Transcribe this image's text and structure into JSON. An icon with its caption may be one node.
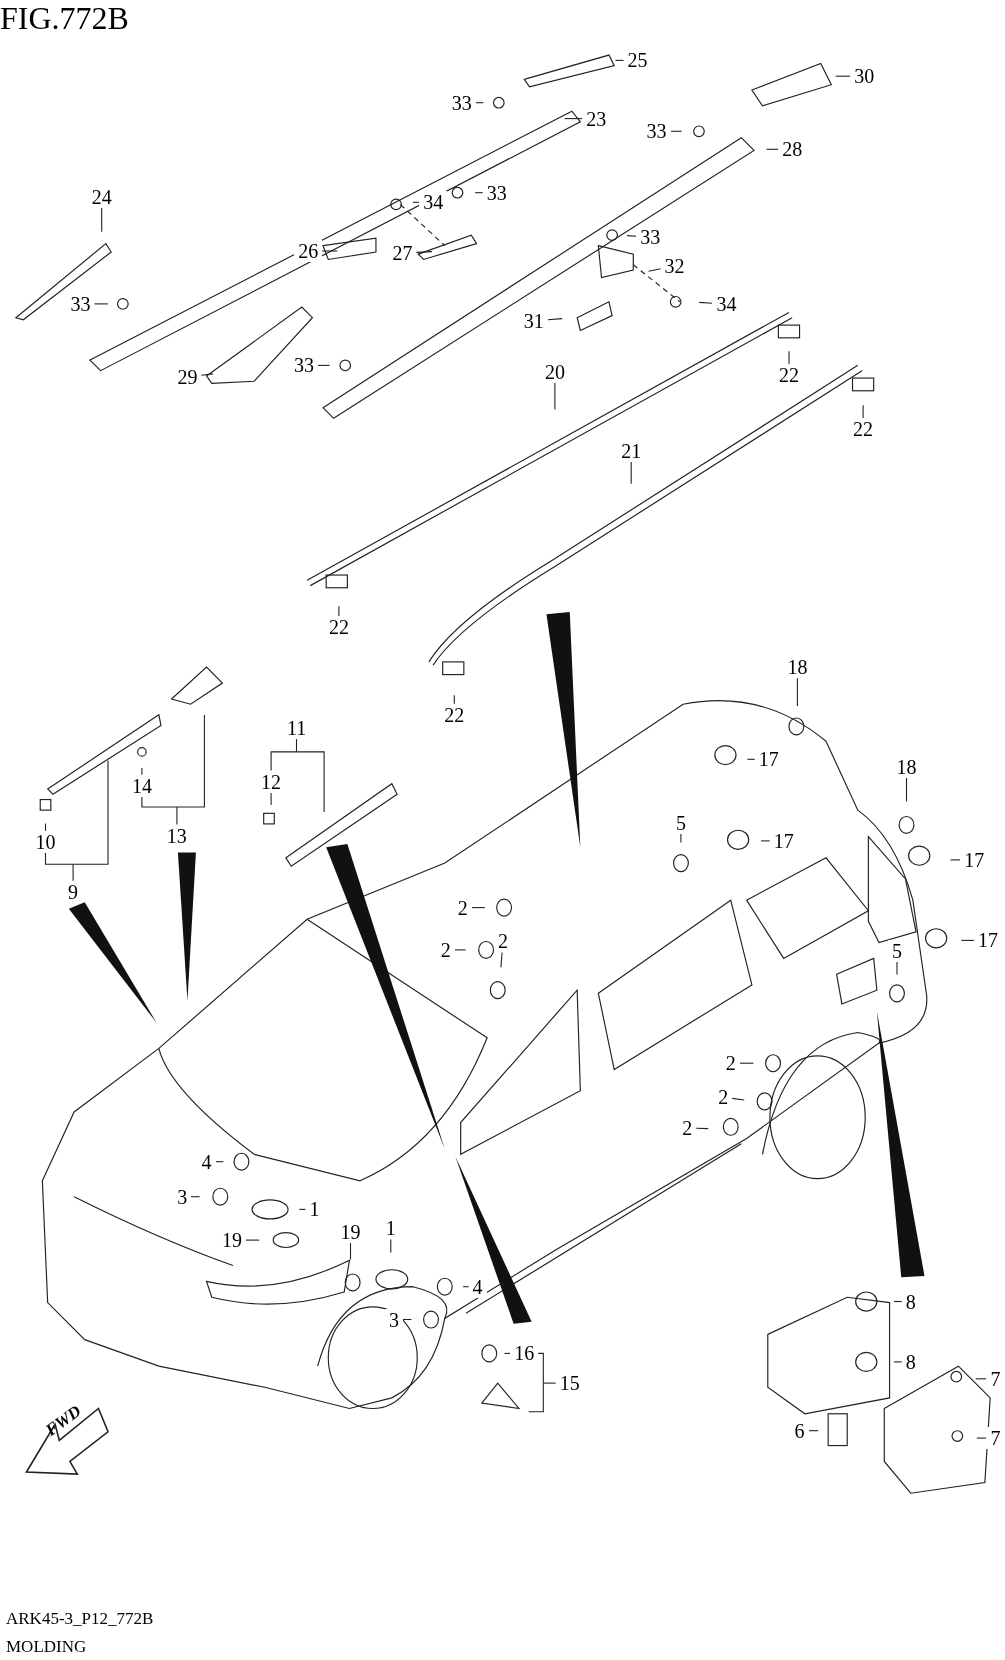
{
  "diagram": {
    "title": "FIG.772B",
    "nodes": [
      {
        "text": [
          "25"
        ]
      },
      {
        "text": [
          "30"
        ]
      },
      {
        "text": [
          "33"
        ]
      },
      {
        "text": [
          "23"
        ]
      },
      {
        "text": [
          "33"
        ]
      },
      {
        "text": [
          "28"
        ]
      },
      {
        "text": [
          "24"
        ]
      },
      {
        "text": [
          "34"
        ]
      },
      {
        "text": [
          "33"
        ]
      },
      {
        "text": [
          "26"
        ]
      },
      {
        "text": [
          "27"
        ]
      },
      {
        "text": [
          "33"
        ]
      },
      {
        "text": [
          "32"
        ]
      },
      {
        "text": [
          "33"
        ]
      },
      {
        "text": [
          "34"
        ]
      },
      {
        "text": [
          "31"
        ]
      },
      {
        "text": [
          "20"
        ]
      },
      {
        "text": [
          "33"
        ]
      },
      {
        "text": [
          "29"
        ]
      },
      {
        "text": [
          "22"
        ]
      },
      {
        "text": [
          "22"
        ]
      },
      {
        "text": [
          "21"
        ]
      },
      {
        "text": [
          "22"
        ]
      },
      {
        "text": [
          "18"
        ]
      },
      {
        "text": [
          "22"
        ]
      },
      {
        "text": [
          "11"
        ]
      },
      {
        "text": [
          "17"
        ]
      },
      {
        "text": [
          "18"
        ]
      },
      {
        "text": [
          "12"
        ]
      },
      {
        "text": [
          "14"
        ]
      },
      {
        "text": [
          "5"
        ]
      },
      {
        "text": [
          "13"
        ]
      },
      {
        "text": [
          "17"
        ]
      },
      {
        "text": [
          "10"
        ]
      },
      {
        "text": [
          "17"
        ]
      },
      {
        "text": [
          "9"
        ]
      },
      {
        "text": [
          "2"
        ]
      },
      {
        "text": [
          "2"
        ]
      },
      {
        "text": [
          "17"
        ]
      },
      {
        "text": [
          "2"
        ]
      },
      {
        "text": [
          "5"
        ]
      },
      {
        "text": [
          "2"
        ]
      },
      {
        "text": [
          "2"
        ]
      },
      {
        "text": [
          "2"
        ]
      },
      {
        "text": [
          "4"
        ]
      },
      {
        "text": [
          "3"
        ]
      },
      {
        "text": [
          "1"
        ]
      },
      {
        "text": [
          "19"
        ]
      },
      {
        "text": [
          "1"
        ]
      },
      {
        "text": [
          "19"
        ]
      },
      {
        "text": [
          "4"
        ]
      },
      {
        "text": [
          "8"
        ]
      },
      {
        "text": [
          "3"
        ]
      },
      {
        "text": [
          "16"
        ]
      },
      {
        "text": [
          "8"
        ]
      },
      {
        "text": [
          "7"
        ]
      },
      {
        "text": [
          "15"
        ]
      },
      {
        "text": [
          "6"
        ]
      },
      {
        "text": [
          "7"
        ]
      }
    ],
    "edges": [
      {
        "from": 0,
        "to": null,
        "arrow": "none"
      },
      {
        "from": 1,
        "to": null,
        "arrow": "none"
      },
      {
        "from": 2,
        "to": null,
        "arrow": "none"
      },
      {
        "from": 3,
        "to": null,
        "arrow": "none"
      },
      {
        "from": 4,
        "to": null,
        "arrow": "none"
      },
      {
        "from": 5,
        "to": null,
        "arrow": "none"
      },
      {
        "from": 6,
        "to": null,
        "arrow": "none"
      },
      {
        "from": 7,
        "to": null,
        "arrow": "none"
      },
      {
        "from": 8,
        "to": null,
        "arrow": "none"
      },
      {
        "from": 9,
        "to": null,
        "arrow": "none"
      },
      {
        "from": 10,
        "to": null,
        "arrow": "none"
      },
      {
        "from": 11,
        "to": null,
        "arrow": "none"
      },
      {
        "from": 12,
        "to": null,
        "arrow": "none"
      },
      {
        "from": 13,
        "to": null,
        "arrow": "none"
      },
      {
        "from": 14,
        "to": null,
        "arrow": "none"
      },
      {
        "from": 15,
        "to": null,
        "arrow": "none"
      },
      {
        "from": 16,
        "to": null,
        "arrow": "none"
      },
      {
        "from": 17,
        "to": null,
        "arrow": "none"
      },
      {
        "from": 18,
        "to": null,
        "arrow": "none"
      },
      {
        "from": 19,
        "to": null,
        "arrow": "none"
      },
      {
        "from": 20,
        "to": null,
        "arrow": "none"
      },
      {
        "from": 21,
        "to": null,
        "arrow": "none"
      },
      {
        "from": 22,
        "to": null,
        "arrow": "none"
      },
      {
        "from": 23,
        "to": null,
        "arrow": "none"
      },
      {
        "from": 24,
        "to": null,
        "arrow": "none"
      },
      {
        "from": 25,
        "to": 28,
        "arrow": "none"
      },
      {
        "from": 25,
        "to": null,
        "arrow": "none"
      },
      {
        "from": 26,
        "to": null,
        "arrow": "none"
      },
      {
        "from": 27,
        "to": null,
        "arrow": "none"
      },
      {
        "from": 28,
        "to": null,
        "arrow": "none"
      },
      {
        "from": 29,
        "to": null,
        "arrow": "none"
      },
      {
        "from": 30,
        "to": null,
        "arrow": "none"
      },
      {
        "from": 31,
        "to": 29,
        "arrow": "none"
      },
      {
        "from": 31,
        "to": null,
        "arrow": "none"
      },
      {
        "from": 32,
        "to": null,
        "arrow": "none"
      },
      {
        "from": 33,
        "to": null,
        "arrow": "none"
      },
      {
        "from": 35,
        "to": 33,
        "arrow": "none"
      },
      {
        "from": 35,
        "to": null,
        "arrow": "none"
      },
      {
        "from": 34,
        "to": null,
        "arrow": "none"
      },
      {
        "from": 36,
        "to": null,
        "arrow": "none"
      },
      {
        "from": 37,
        "to": null,
        "arrow": "none"
      },
      {
        "from": 38,
        "to": null,
        "arrow": "none"
      },
      {
        "from": 39,
        "to": null,
        "arrow": "none"
      },
      {
        "from": 40,
        "to": null,
        "arrow": "none"
      },
      {
        "from": 41,
        "to": null,
        "arrow": "none"
      },
      {
        "from": 42,
        "to": null,
        "arrow": "none"
      },
      {
        "from": 43,
        "to": null,
        "arrow": "none"
      },
      {
        "from": 44,
        "to": null,
        "arrow": "none"
      },
      {
        "from": 45,
        "to": null,
        "arrow": "none"
      },
      {
        "from": 46,
        "to": null,
        "arrow": "none"
      },
      {
        "from": 47,
        "to": null,
        "arrow": "none"
      },
      {
        "from": 48,
        "to": null,
        "arrow": "none"
      },
      {
        "from": 49,
        "to": null,
        "arrow": "none"
      },
      {
        "from": 50,
        "to": null,
        "arrow": "none"
      },
      {
        "from": 51,
        "to": null,
        "arrow": "none"
      },
      {
        "from": 52,
        "to": null,
        "arrow": "none"
      },
      {
        "from": 53,
        "to": null,
        "arrow": "none"
      },
      {
        "from": 54,
        "to": null,
        "arrow": "none"
      },
      {
        "from": 55,
        "to": null,
        "arrow": "none"
      },
      {
        "from": 56,
        "to": 53,
        "arrow": "none"
      },
      {
        "from": 56,
        "to": null,
        "arrow": "none"
      },
      {
        "from": 57,
        "to": null,
        "arrow": "none"
      },
      {
        "from": 58,
        "to": null,
        "arrow": "none"
      }
    ],
    "labels": [
      "FWD",
      "ARK45-3_P12_772B",
      "MOLDING"
    ]
  }
}
